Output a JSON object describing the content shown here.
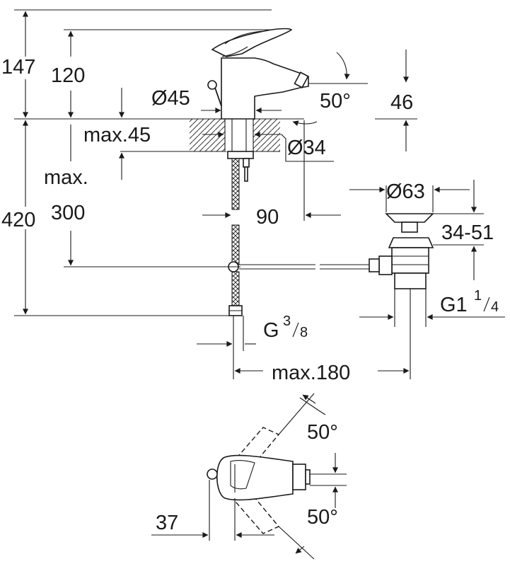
{
  "dimensions": {
    "height_total": "147",
    "height_spout": "120",
    "diameter_base": "Ø45",
    "max_deck": "max.45",
    "hose_max_prefix": "max.",
    "hose_max_value": "300",
    "height_supply": "420",
    "angle_jet": "50°",
    "jet_height": "46",
    "diameter_hole": "Ø34",
    "offset_hole": "90",
    "diameter_waste": "Ø63",
    "waste_thickness": "34-51",
    "waste_thread_main": "G1",
    "waste_thread_num": "1",
    "waste_thread_den": "4",
    "supply_thread_main": "G",
    "supply_thread_num": "3",
    "supply_thread_den": "8",
    "max_reach": "max.180",
    "lever_angle_top": "50°",
    "lever_angle_bottom": "50°",
    "lever_offset": "37"
  }
}
